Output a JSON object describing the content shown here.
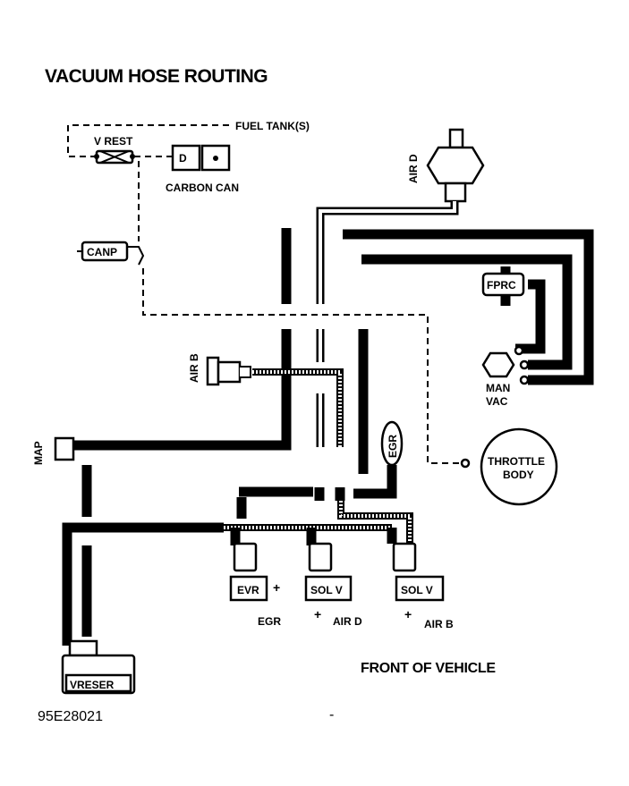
{
  "title": "VACUUM HOSE ROUTING",
  "labels": {
    "fuel_tank": "FUEL TANK(S)",
    "v_rest": "V REST",
    "carbon_can": "CARBON CAN",
    "air_d_top": "AIR D",
    "canp": "CANP",
    "fprc": "FPRC",
    "air_b_left": "AIR B",
    "man_vac_line1": "MAN",
    "man_vac_line2": "VAC",
    "map": "MAP",
    "egr_valve": "EGR",
    "throttle_body_line1": "THROTTLE",
    "throttle_body_line2": "BODY",
    "evr": "EVR",
    "sol_v_1": "SOL V",
    "sol_v_2": "SOL V",
    "egr_bottom": "EGR",
    "air_d_bottom": "AIR D",
    "air_b_bottom": "AIR B",
    "plus_1": "+",
    "plus_2": "+",
    "plus_3": "+",
    "front_of_vehicle": "FRONT OF VEHICLE",
    "vreser": "VRESER",
    "figure_code": "95E28021",
    "dash_mark": "-"
  }
}
